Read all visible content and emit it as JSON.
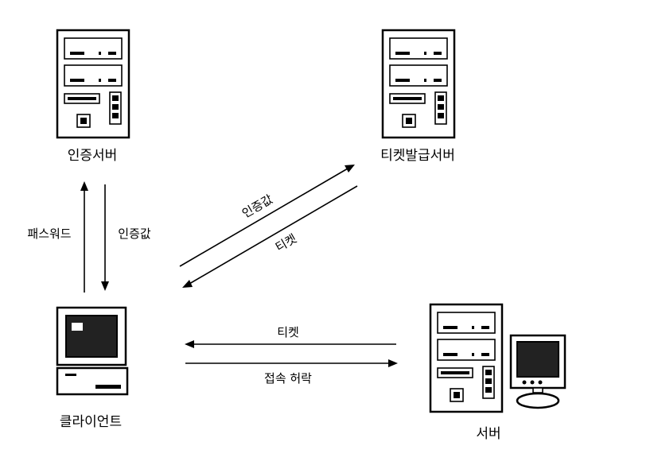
{
  "nodes": {
    "auth_server": "인증서버",
    "ticket_server": "티켓발급서버",
    "client": "클라이언트",
    "server": "서버"
  },
  "edges": {
    "password": "패스워드",
    "auth_value_vertical": "인증값",
    "auth_value_diagonal": "인증값",
    "ticket_diagonal": "티켓",
    "ticket_horizontal": "티켓",
    "access_granted": "접속 허락"
  }
}
